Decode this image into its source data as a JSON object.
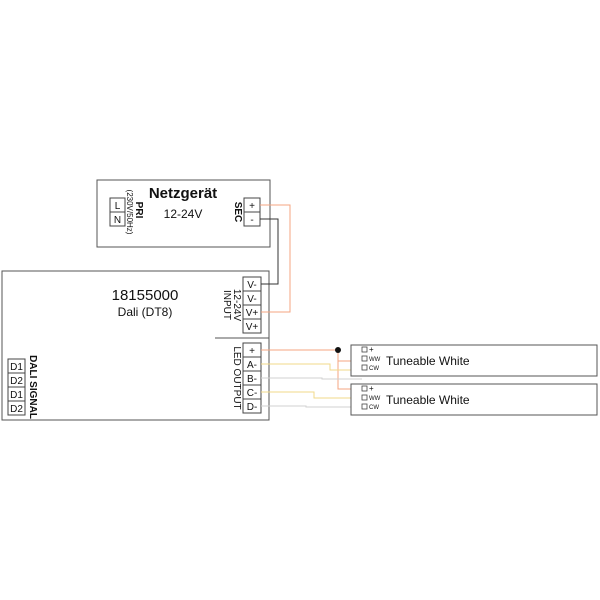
{
  "power_supply": {
    "title": "Netzgerät",
    "voltage": "12-24V",
    "pri_label": "PRI",
    "pri_spec": "(230V/50Hz)",
    "pri_terminals": [
      "L",
      "N"
    ],
    "sec_label": "SEC",
    "sec_terminals": [
      "+",
      "-"
    ]
  },
  "controller": {
    "model": "18155000",
    "protocol": "Dali (DT8)",
    "input_label": "INPUT",
    "input_voltage": "12-24V",
    "input_terminals": [
      "V-",
      "V-",
      "V+",
      "V+"
    ],
    "output_label": "LED OUTPUT",
    "output_terminals": [
      "+",
      "A-",
      "B-",
      "C-",
      "D-"
    ],
    "dali_label": "DALI SIGNAL",
    "dali_terminals": [
      "D1",
      "D2",
      "D1",
      "D2"
    ]
  },
  "led_strips": [
    {
      "label": "Tuneable White",
      "pins": [
        "+",
        "WW",
        "CW"
      ]
    },
    {
      "label": "Tuneable White",
      "pins": [
        "+",
        "WW",
        "CW"
      ]
    }
  ],
  "wire_colors": {
    "positive": "#f4a582",
    "negative": "#333333",
    "warm_white": "#f2d98a",
    "cool_white": "#d0d0d0"
  }
}
